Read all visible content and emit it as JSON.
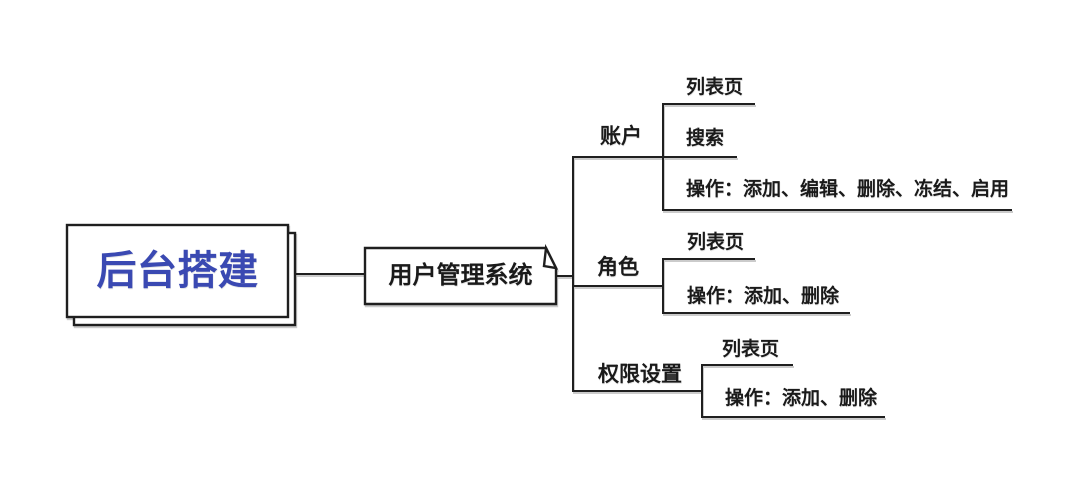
{
  "diagram": {
    "title": "后台搭建 mind map",
    "nodes": {
      "root": "后台搭建",
      "system": "用户管理系统",
      "branches": [
        {
          "label": "账户",
          "children": [
            "列表页",
            "搜索",
            "操作：添加、编辑、删除、冻结、启用"
          ]
        },
        {
          "label": "角色",
          "children": [
            "列表页",
            "操作：添加、删除"
          ]
        },
        {
          "label": "权限设置",
          "children": [
            "列表页",
            "操作：添加、删除"
          ]
        }
      ]
    },
    "colors": {
      "root_text": "#3a49b2",
      "line": "#1f1f1f",
      "text": "#1a1a1a",
      "node_fill": "#ffffff",
      "background": "#ffffff"
    }
  }
}
